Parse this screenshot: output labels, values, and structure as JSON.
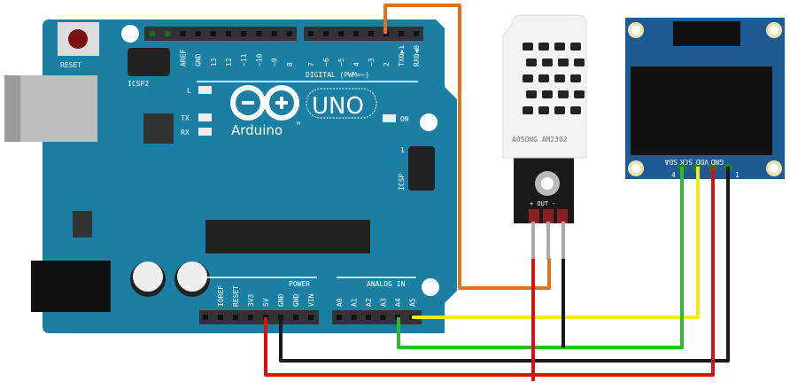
{
  "arduino": {
    "reset_label": "RESET",
    "icsp2_label": "ICSP2",
    "icsp_label": "ICSP",
    "icsp_pin1": "1",
    "led_l": "L",
    "led_tx": "TX",
    "led_rx": "RX",
    "led_on": "ON",
    "brand": "Arduino",
    "tm": "TM",
    "model": "UNO",
    "digital_label": "DIGITAL (PWM=~)",
    "digital_pins": [
      "AREF",
      "GND",
      "13",
      "12",
      "~11",
      "~10",
      "~9",
      "8",
      "7",
      "~6",
      "~5",
      "4",
      "~3",
      "2",
      "TX0▶1",
      "RX0◀0"
    ],
    "power_label": "POWER",
    "power_pins": [
      "IOREF",
      "RESET",
      "3V3",
      "5V",
      "GND",
      "GND",
      "VIN"
    ],
    "analog_label": "ANALOG IN",
    "analog_pins": [
      "A0",
      "A1",
      "A2",
      "A3",
      "A4",
      "A5"
    ]
  },
  "sensor": {
    "marking": "AOSONG AM2302",
    "pin_labels": "+ OUT -"
  },
  "oled": {
    "pins": [
      "SDA",
      "SCK",
      "VDD",
      "GND"
    ],
    "pin4": "4",
    "pin1": "1"
  },
  "colors": {
    "board": "#1b7fa3",
    "oled_board": "#1f5a93",
    "orange": "#e0731d",
    "red": "#d41414",
    "black": "#1a1a1a",
    "green": "#2fba2f",
    "yellow": "#f2ea1c"
  }
}
